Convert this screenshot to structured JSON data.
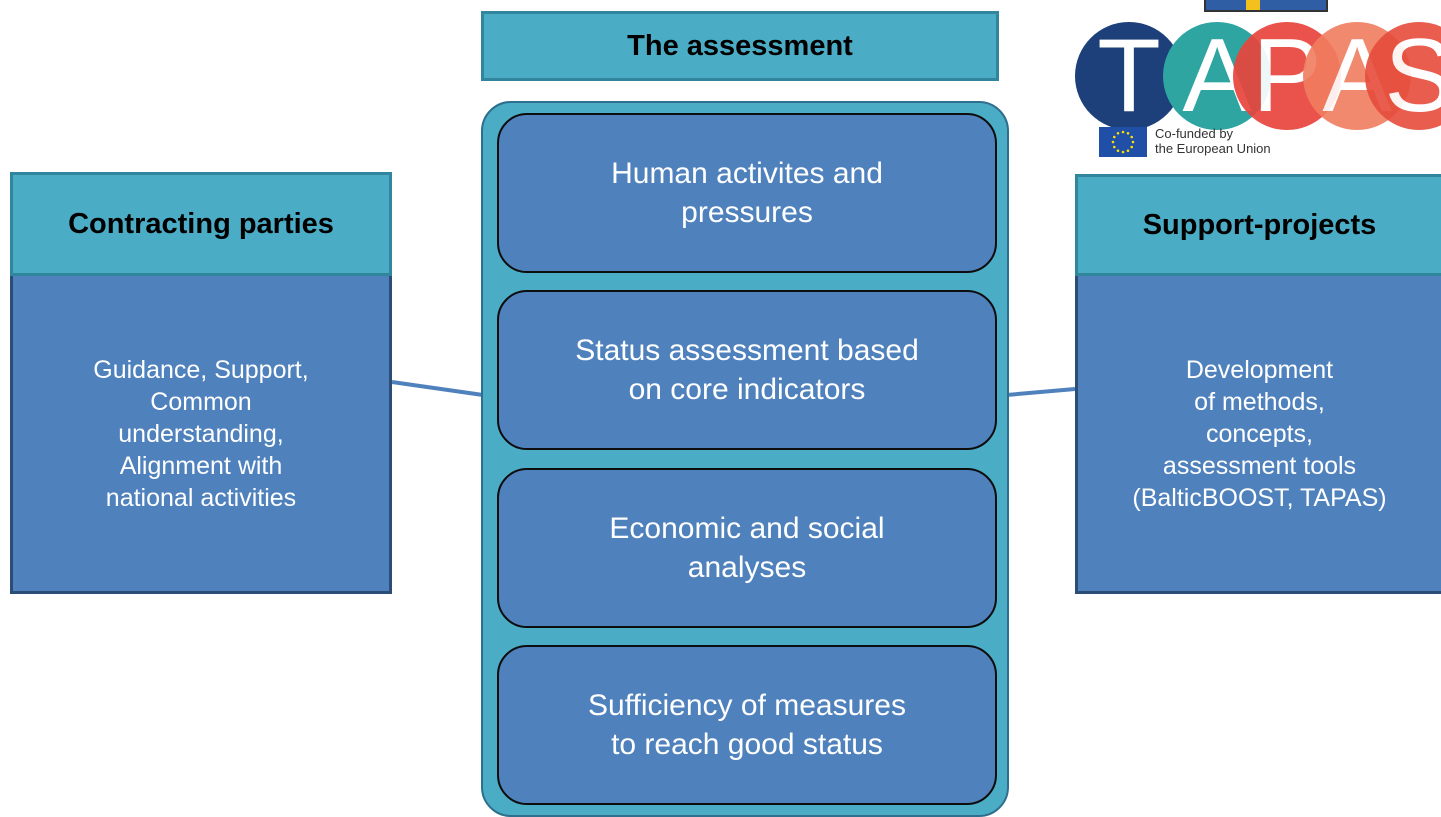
{
  "title": "The assessment",
  "center_steps": [
    "Human activites and\npressures",
    "Status assessment based\non core indicators",
    "Economic and social\nanalyses",
    "Sufficiency of measures\nto reach good status"
  ],
  "left_panel": {
    "header": "Contracting parties",
    "body": "Guidance, Support,\nCommon\nunderstanding,\nAlignment with\nnational activities"
  },
  "right_panel": {
    "header": "Support-projects",
    "body": "Development\nof methods,\nconcepts,\nassessment tools\n(BalticBOOST, TAPAS)"
  },
  "logo": {
    "letters": [
      "T",
      "A",
      "P",
      "A",
      "S"
    ],
    "caption": "Co-funded by\nthe European Union"
  },
  "colors": {
    "teal": "#4bacc6",
    "blue": "#4f81bd",
    "logo_navy": "#1d3f7a",
    "logo_teal": "#2fa5a2",
    "logo_red": "#e8453c"
  }
}
